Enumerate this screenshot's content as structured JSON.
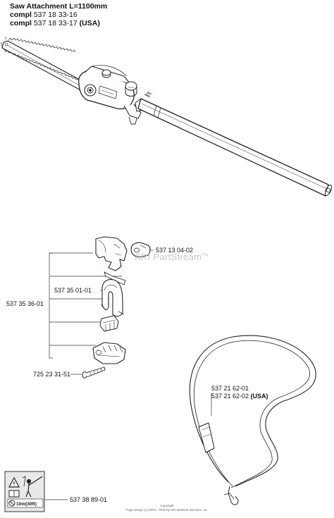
{
  "header": {
    "title": "Saw Attachment L=1100mm",
    "line2_prefix": "compl",
    "line2_number": "537 18 33-16",
    "line3_prefix": "compl",
    "line3_number": "537 18 33-17",
    "line3_suffix": "(USA)"
  },
  "parts": {
    "cap": "537 13 04-02",
    "kit": "537 35 36-01",
    "clamp": "537 35 01-01",
    "screw": "725 23 31-51",
    "strap_1": "537 21 62-01",
    "strap_2_number": "537 21 62-02",
    "strap_2_suffix": "(USA)",
    "decal": "537 38 89-01"
  },
  "decal_text": "10m(30ft)",
  "watermark": "ARI PartStream",
  "watermark_tm": "TM",
  "footer": {
    "line1": "Copyright",
    "line2": "Page design (c) 2004 - 2016 by ARI Network Services, Inc."
  }
}
